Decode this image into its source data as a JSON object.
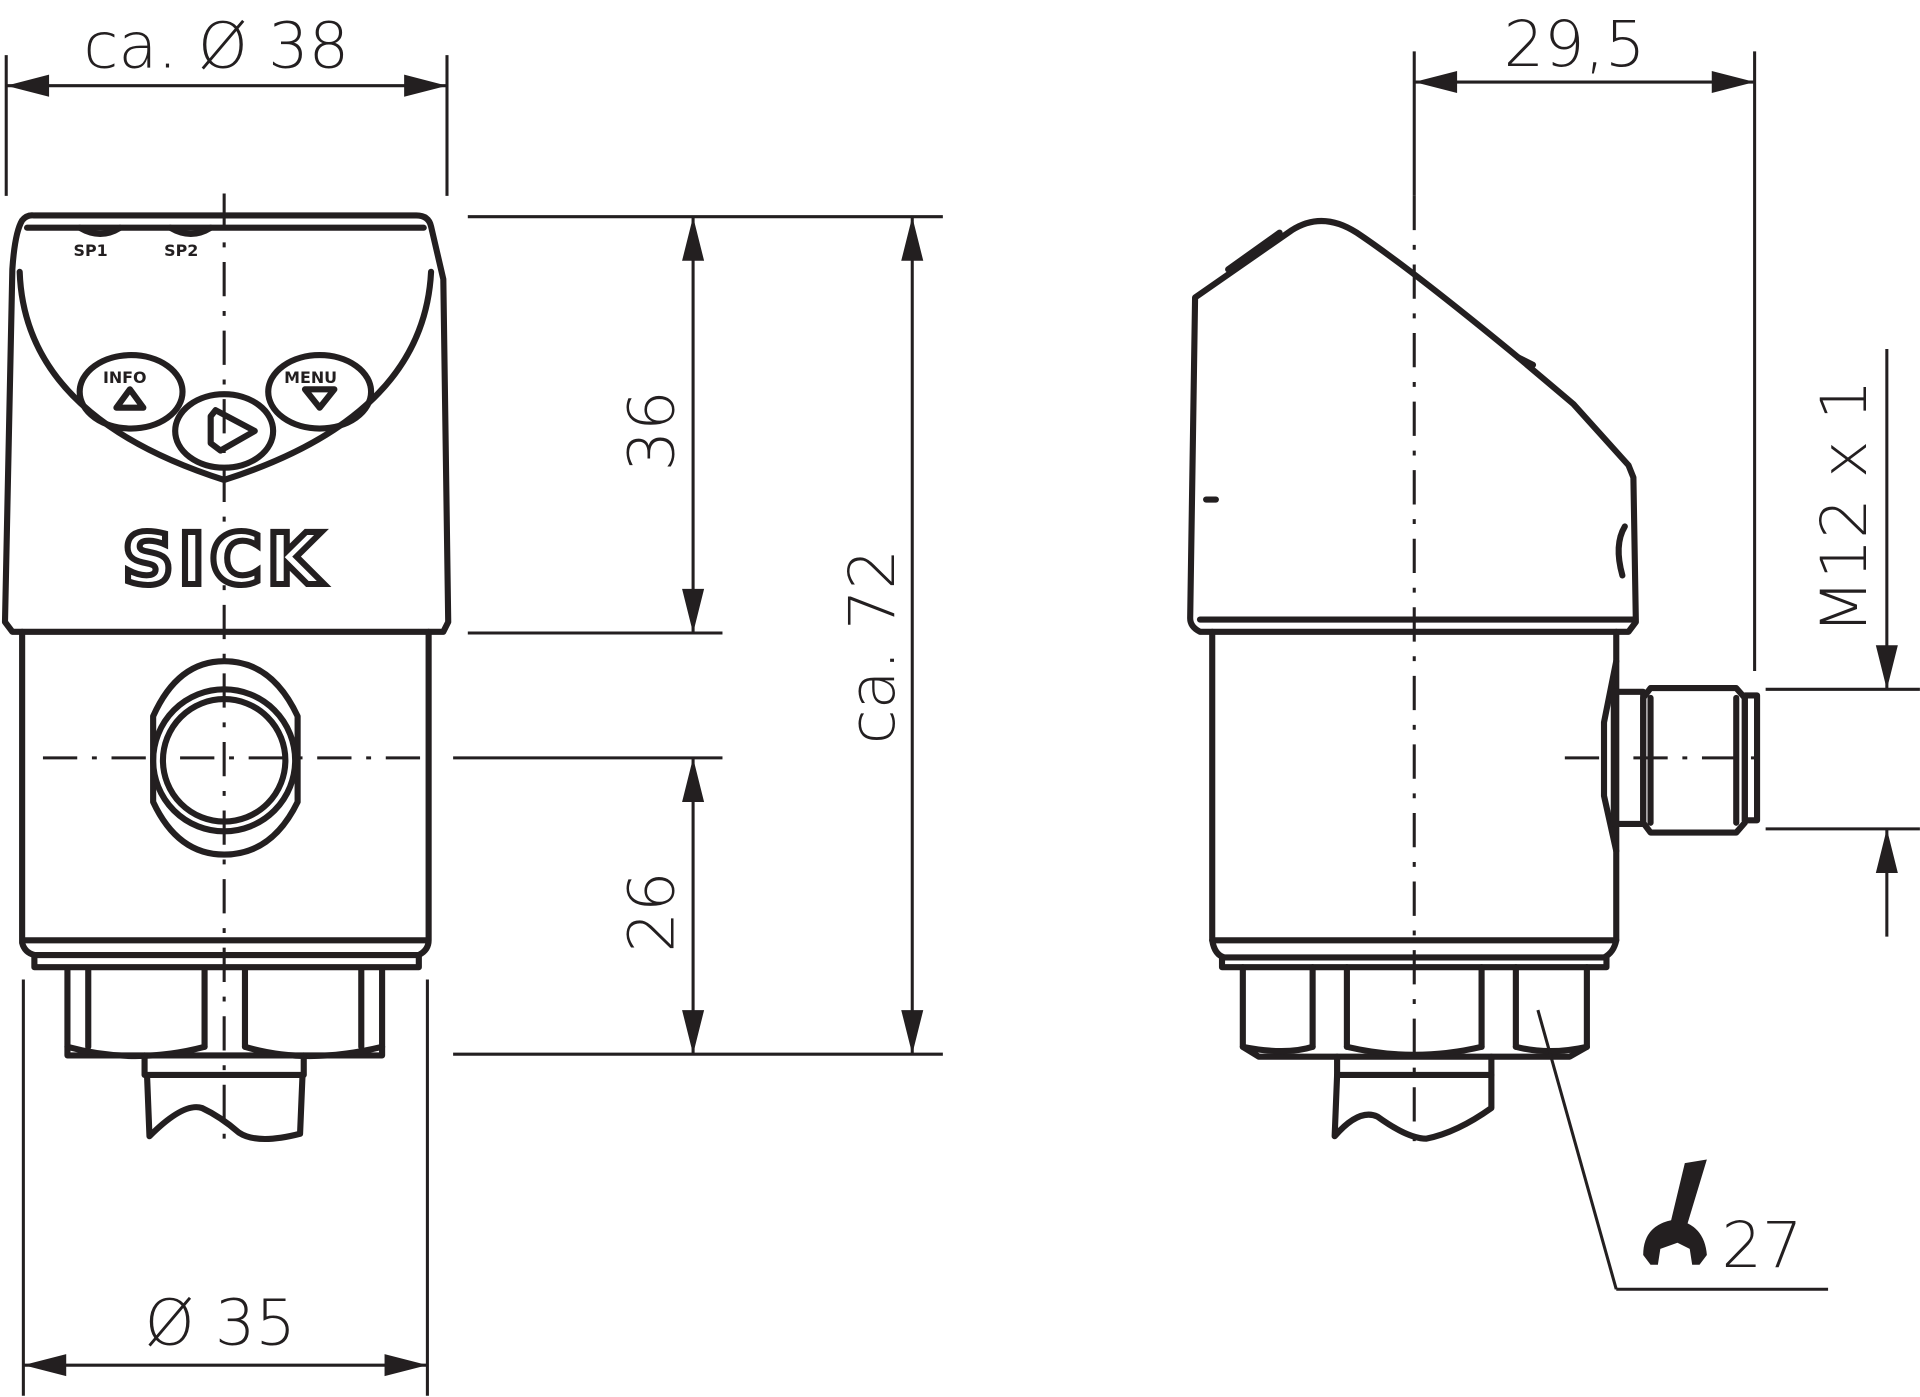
{
  "drawing": {
    "front_view": {
      "logo": "SICK",
      "led_labels": [
        "SP1",
        "SP2"
      ],
      "button_labels": [
        "INFO",
        "MENU"
      ]
    },
    "dimensions": {
      "top_width": "ca. Ø 38",
      "side_depth": "29,5",
      "upper_height": "36",
      "total_height": "ca. 72",
      "lower_height": "26",
      "connector_thread": "M12 x 1",
      "bottom_diameter": "Ø 35",
      "wrench_size": "27"
    },
    "line_color": "#231f20"
  }
}
